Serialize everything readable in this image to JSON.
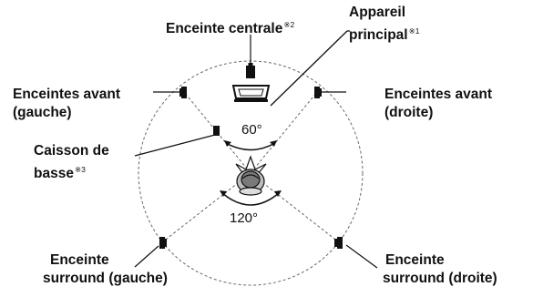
{
  "labels": {
    "center_speaker": "Enceinte centrale",
    "center_note": "※2",
    "main_unit_line1": "Appareil",
    "main_unit_line2": "principal",
    "main_unit_note": "※1",
    "front_left_line1": "Enceintes avant",
    "front_left_line2": "(gauche)",
    "front_right_line1": "Enceintes avant",
    "front_right_line2": "(droite)",
    "subwoofer_line1": "Caisson de",
    "subwoofer_line2": "basse",
    "subwoofer_note": "※3",
    "surround_left_line1": "Enceinte",
    "surround_left_line2": "surround (gauche)",
    "surround_right_line1": "Enceinte",
    "surround_right_line2": "surround (droite)"
  },
  "angles": {
    "front": "60°",
    "rear": "120°"
  },
  "colors": {
    "ink": "#111111",
    "dashed": "#555555"
  }
}
